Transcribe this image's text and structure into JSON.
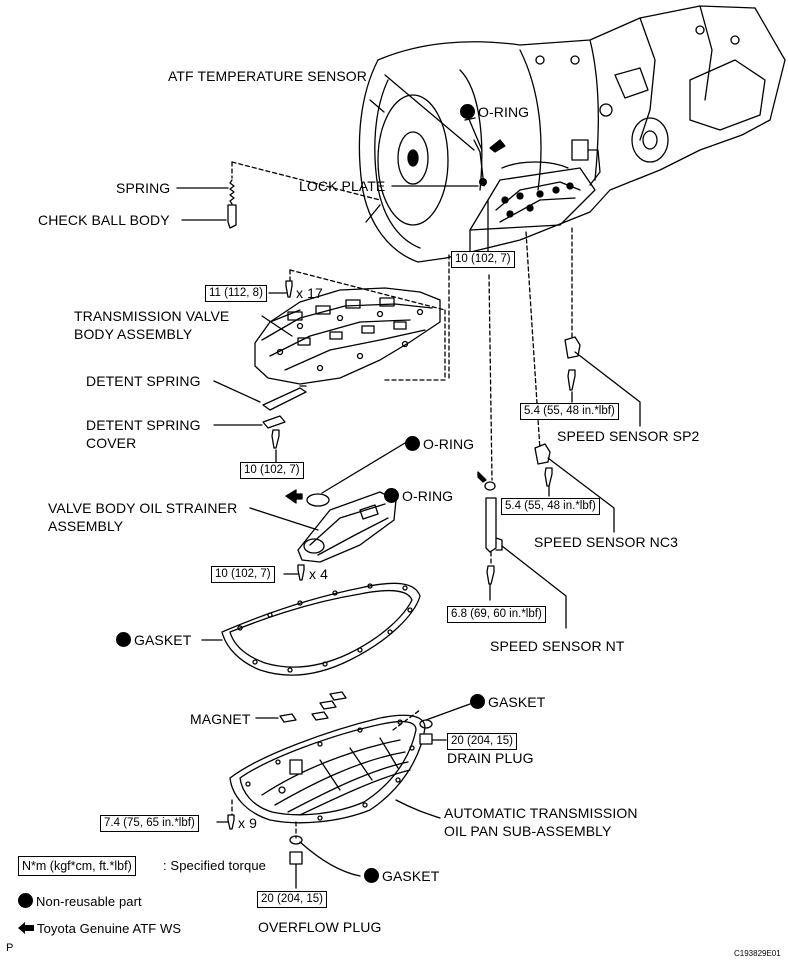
{
  "labels": {
    "atf_temp_sensor": "ATF TEMPERATURE SENSOR",
    "o_ring_top": "O-RING",
    "spring": "SPRING",
    "lock_plate": "LOCK PLATE",
    "check_ball_body": "CHECK BALL BODY",
    "transmission_valve_body_line1": "TRANSMISSION VALVE",
    "transmission_valve_body_line2": "BODY ASSEMBLY",
    "detent_spring": "DETENT SPRING",
    "detent_spring_cover_line1": "DETENT SPRING",
    "detent_spring_cover_line2": "COVER",
    "o_ring_mid": "O-RING",
    "o_ring_right": "O-RING",
    "valve_body_strainer_line1": "VALVE BODY OIL STRAINER",
    "valve_body_strainer_line2": "ASSEMBLY",
    "speed_sensor_sp2": "SPEED SENSOR SP2",
    "speed_sensor_nc3": "SPEED SENSOR NC3",
    "speed_sensor_nt": "SPEED SENSOR NT",
    "gasket_pan": "GASKET",
    "gasket_drain": "GASKET",
    "magnet": "MAGNET",
    "drain_plug": "DRAIN PLUG",
    "oil_pan_line1": "AUTOMATIC TRANSMISSION",
    "oil_pan_line2": "OIL PAN SUB-ASSEMBLY",
    "gasket_overflow": "GASKET",
    "overflow_plug": "OVERFLOW PLUG"
  },
  "torques": {
    "lock_plate_bolt": "10 (102, 7)",
    "valve_body_bolts": "11 (112, 8)",
    "valve_body_bolts_qty": "x 17",
    "detent_cover_bolt": "10 (102, 7)",
    "strainer_bolts": "10 (102, 7)",
    "strainer_bolts_qty": "x 4",
    "sp2_bolt": "5.4 (55, 48 in.*lbf)",
    "nc3_bolt": "5.4 (55, 48 in.*lbf)",
    "nt_bolt": "6.8 (69, 60 in.*lbf)",
    "drain_plug": "20 (204, 15)",
    "oil_pan_bolts": "7.4 (75, 65 in.*lbf)",
    "oil_pan_bolts_qty": "x 9",
    "overflow_plug": "20 (204, 15)"
  },
  "legend": {
    "torque_format": "N*m (kgf*cm, ft.*lbf)",
    "torque_desc": ": Specified torque",
    "non_reusable": "Non-reusable part",
    "atf": "Toyota Genuine ATF WS"
  },
  "corner": {
    "page_letter": "P",
    "figure_id": "C193829E01"
  }
}
